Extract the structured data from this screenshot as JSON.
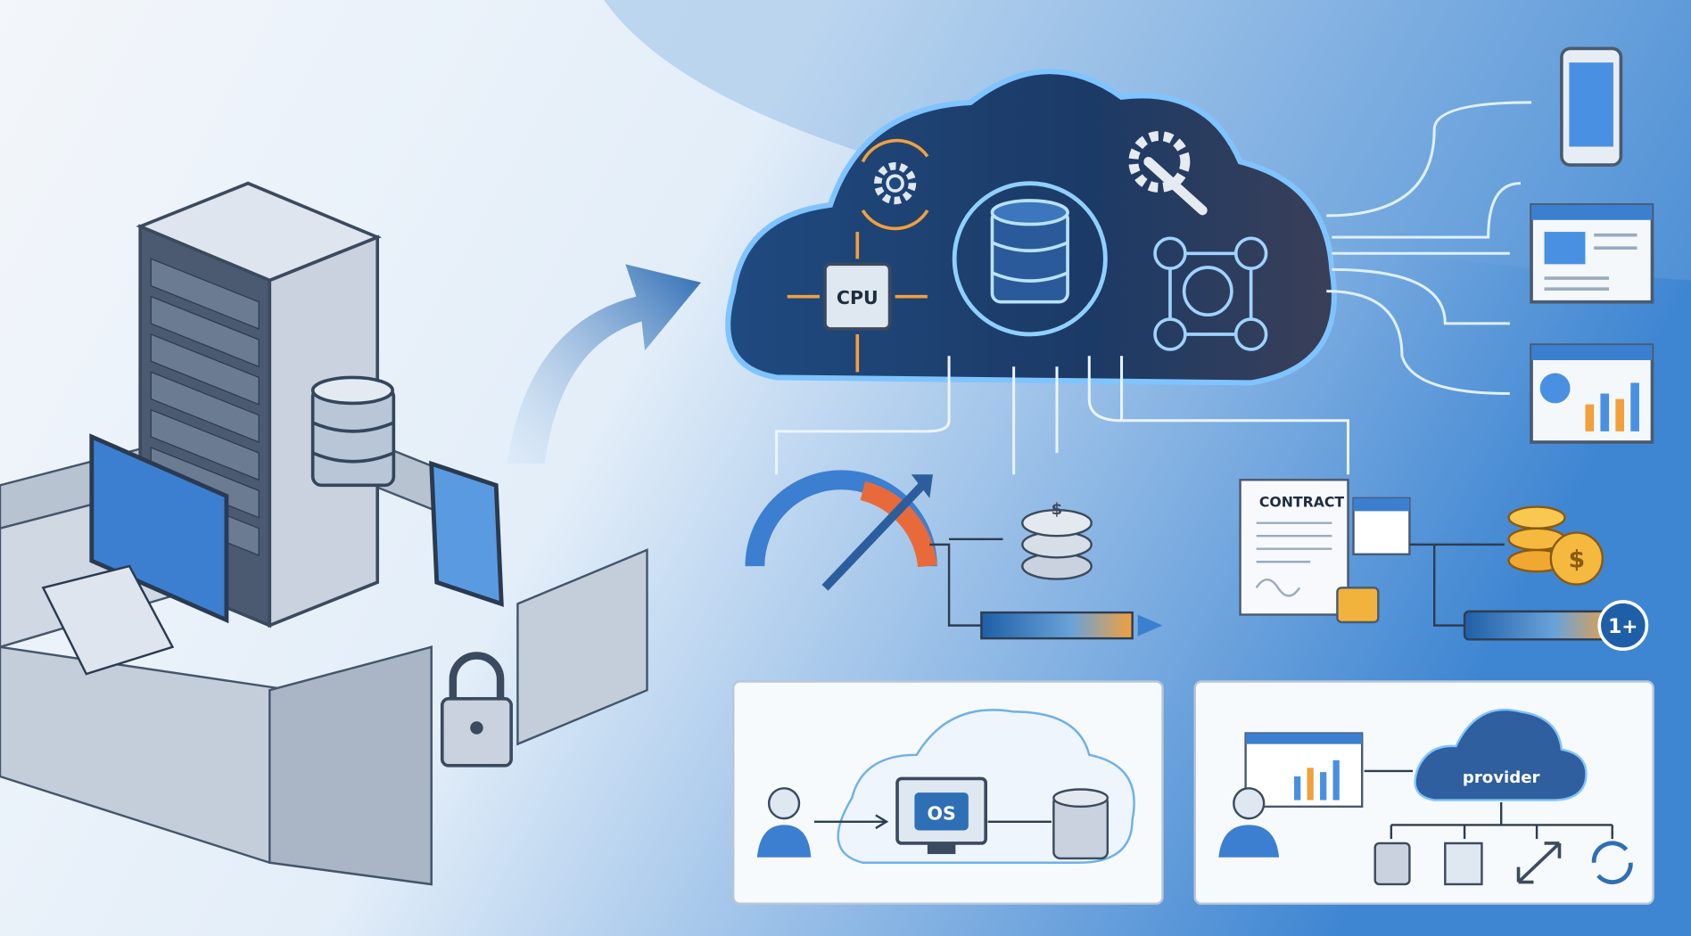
{
  "colors": {
    "primary_blue": "#2f6fb5",
    "accent_orange": "#f2a03c",
    "cloud_dark": "#1d3f6e",
    "background_light": "#eef4fa",
    "background_blue": "#4a8fd6"
  },
  "cloud": {
    "cpu_label": "CPU",
    "icons": [
      "gear-cycle-icon",
      "database-icon",
      "wrench-gear-icon",
      "network-users-icon",
      "cpu-icon"
    ]
  },
  "pricing": {
    "contract_label": "CONTRACT",
    "coin_symbol": "$",
    "commitment_badge": "1+"
  },
  "panels": {
    "os_label": "OS",
    "provider_label": "provider"
  },
  "devices": [
    "phone-icon",
    "web-page-icon",
    "dashboard-icon"
  ]
}
